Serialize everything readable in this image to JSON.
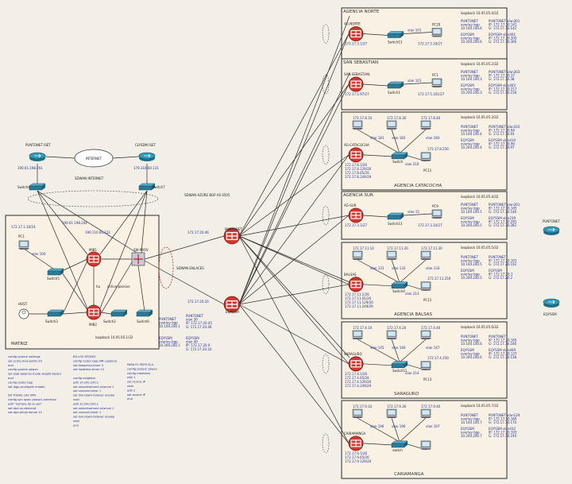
{
  "colors": {
    "panel_bg": "#f8f1e4",
    "router": "#d6362e",
    "switch": "#2a7a9a",
    "link": "#2b2b2b",
    "label": "#1f2f8f"
  },
  "matriz": {
    "title": "MATRIZ",
    "cloud_label": "INTERNET",
    "isp1": "PUNTONET ISET",
    "isp1_ip": "190.61.198.201",
    "isp2": "CLYSDM ISET",
    "isp2_ip": "179.110.60.131",
    "wan_label": "SDWAN INTERNET",
    "sw_left": "Switch4",
    "sw_right": "Switch7",
    "lan_ip": "172.17.1.10/24",
    "pc": "PC1",
    "ip_a": "190.61.198.204",
    "ip_b": "190.110.60.122",
    "vlan": "vlan 100",
    "sw5": "Switch5",
    "mib1": "MIB1",
    "mib2": "MIB2",
    "sw_prov": "SW-PROV",
    "active_passive": "active-passive",
    "ha": "ha",
    "host": "HOST",
    "sw3": "Switch3",
    "sw2": "Switch2",
    "sw6": "Switch6",
    "loopback": "loopback 10.05.05.1/32"
  },
  "wan": {
    "overlay_title": "SDWAN AZURE BGP AS 0505",
    "enlaces": "SDWAN ENLACES",
    "puntonet": "PUNTONET",
    "eqyssm": "EQYSSM",
    "ip_p": "172.17.20.46",
    "ip_e": "172.17.20.10",
    "pn_info": [
      "PUNTONET",
      "overlay bgp",
      "10.100.200.1"
    ],
    "pn_vlan": [
      "PUNTONET",
      "vlan 30",
      "IP: 172.17.20.45",
      "G: 172.17.20.46"
    ],
    "eq_info": [
      "EQYSSM",
      "overlay bgp",
      "10.200.200.1"
    ],
    "eq_vlan": [
      "EQYSSM",
      "vlan 40",
      "IP: 172.17.20.9",
      "G: 172.17.20.10"
    ]
  },
  "config_left": [
    "config system settings",
    "set ecmp-max-paths 20",
    "end",
    "config system sdwan",
    "set load-balance-mode weight-based",
    "end",
    "config router bgp",
    "set ibgp-multipath enable",
    "",
    "EN TODAS LAS VPN",
    "config vpn ipsec phase1-interface",
    "edit \"nombre de la vpn\"",
    "set dpd on-demand",
    "set dpd-retryinterval 10"
  ],
  "config_mid": [
    "EN LOS SPOKES",
    "config router bgp (RR Leaders)",
    "set keepalive-timer 5",
    "set holdtime-timer 15",
    "",
    "config neighbor",
    "edit 10.100.100.1",
    "set advertisement-interval 1",
    "set connect-timer 1",
    "set link-down-failover enable",
    "next",
    "edit 10.200.200.1",
    "set advertisement-interval 1",
    "set connect-timer 1",
    "set link-down-failover enable",
    "next",
    "end"
  ],
  "config_right": [
    "PARA EL PEER SLA",
    "config system sdwan",
    "config members",
    "edit 1",
    "set source IP",
    "next",
    "edit 2",
    "set source IP",
    "end"
  ],
  "agencies": [
    {
      "name": "AGENCIA NORTE",
      "router": "AG-NORTE",
      "vlan": "vlan 101",
      "sw": "Switch13",
      "pc": "PC20",
      "gw": "172.17.3.1/27",
      "lan": "172.17.3.10/27",
      "loopback": "loopback 10.05.05.4/32",
      "pn": [
        "PUNTONET",
        "overlay bgp",
        "10.100.100.6"
      ],
      "pn_vlan": [
        "PUNTONET vlan301",
        "IP: 172.17.30.141",
        "G: 172.17.30.142"
      ],
      "eq": [
        "EQYSSM",
        "overlay bgp",
        "10.200.200.6"
      ],
      "eq_vlan": [
        "EQYSSM vlan401",
        "IP: 172.17.30.305",
        "G: 172.17.30.306"
      ]
    },
    {
      "name": "SAN SEBASTIAN",
      "router": "SAN-SEBASTIAN",
      "vlan": "vlan 101",
      "sw": "Switch1",
      "pc": "PC1",
      "gw": "172.17.5.97/27",
      "lan": "172.17.5.101/27",
      "loopback": "loopback 10.05.05.2/32",
      "pn": [
        "PUNTONET",
        "overlay bgp",
        "10.100.100.3"
      ],
      "pn_vlan": [
        "PUNTONET vlan303",
        "IP: 172.17.30.37",
        "G: 172.17.30.38"
      ],
      "eq": [
        "EQYSSM",
        "overlay bgp",
        "10.200.200.3"
      ],
      "eq_vlan": [
        "EQYSSM vlan403",
        "IP: 172.17.30.217",
        "G: 172.17.30.218"
      ]
    },
    {
      "name": "AGENCIA CATACOCHA",
      "router": "AG-CATACOCHA",
      "vlan": "vlan 181",
      "sw": "Switch",
      "pc": "PC4",
      "gw": "172.17.8.1/26",
      "lan": "172.17.8.10",
      "loopback": "loopback 10.05.05.3/32",
      "pn": [
        "PUNTONET",
        "overlay bgp",
        "10.100.100.4"
      ],
      "pn_vlan": [
        "PUNTONET vlan310",
        "IP: 172.17.30.94",
        "G: 172.17.30.93"
      ],
      "eq": [
        "EQYSSM",
        "overlay bgp",
        "10.200.200.4"
      ],
      "eq_vlan": [
        "EQYSSM vlan410",
        "IP: 172.17.30.96",
        "G: 172.17.30.97"
      ],
      "extra": [
        "172.17.8.30",
        "172.17.8.40",
        "vlan 182",
        "vlan 183",
        "vlan 210",
        "172.17.8.250",
        "PC11",
        "172.17.8.129/26",
        "172.17.8.65/26",
        "172.17.8.249/29"
      ]
    },
    {
      "name": "AGENCIA SUR",
      "router": "AG-SUR",
      "vlan": "vlan 15",
      "sw": "Switch13",
      "pc": "PC9",
      "gw": "172.17.3.1/27",
      "lan": "172.17.3.10/27",
      "loopback": "loopback 10.05.05.4/32",
      "pn": [
        "PUNTONET",
        "overlay bgp",
        "10.100.100.5"
      ],
      "pn_vlan": [
        "PUNTONET vlan301",
        "IP: 172.17.30.145",
        "G: 172.17.30.146"
      ],
      "eq": [
        "EQYSSM",
        "overlay bgp",
        "10.200.200.5"
      ],
      "eq_vlan": [
        "EQYSSM vlan239",
        "IP: 172.17.30.281",
        "G: 172.17.30.282"
      ]
    },
    {
      "name": "AGENCIA BALSAS",
      "router": "BALSAS",
      "vlan": "vlan 131",
      "sw": "Switch4",
      "pc": "PC4",
      "gw": "172.17.11.1/26",
      "lan": "172.17.11.10",
      "loopback": "loopback 10.05.05.5/32",
      "pn": [
        "PUNTONET",
        "overlay bgp",
        "10.100.200.5"
      ],
      "pn_vlan": [
        "PUNTONET",
        "IP: 172.17.20.101",
        "G: 172.17.20.102"
      ],
      "eq": [
        "EQYSSM",
        "overlay bgp",
        "10.200.200.5"
      ],
      "eq_vlan": [
        "EQYSSM",
        "IP: 172.17.20.1",
        "G: 172.17.20.2"
      ],
      "extra": [
        "172.17.11.20",
        "172.17.11.30",
        "vlan 132",
        "vlan 133",
        "vlan 213",
        "172.17.11.250",
        "PC11",
        "172.17.11.65/26",
        "172.17.11.129/26",
        "172.17.11.249/29"
      ]
    },
    {
      "name": "SARAGURO",
      "router": "SARAGURO",
      "vlan": "vlan 145",
      "sw": "Switch11",
      "pc": "PC13",
      "gw": "172.17.4.1/26",
      "lan": "172.17.4.10",
      "loopback": "loopback 10.05.05.6/32",
      "pn": [
        "PUNTONET",
        "overlay bgp",
        "10.100.100.6"
      ],
      "pn_vlan": [
        "PUNTONET",
        "IP: 172.17.30.165",
        "G: 172.17.30.166"
      ],
      "eq": [
        "EQYSSM",
        "overlay bgp",
        "10.200.200.6"
      ],
      "eq_vlan": [
        "EQYSSM vlan409",
        "IP: 172.17.30.137",
        "G: 172.17.30.138"
      ],
      "extra": [
        "172.17.4.20",
        "172.17.4.40",
        "vlan 146",
        "vlan 147",
        "vlan 214",
        "172.17.4.250",
        "PC13",
        "172.17.4.65/26",
        "172.17.4.129/26",
        "172.17.4.249/29"
      ]
    },
    {
      "name": "CARIAMANGA",
      "router": "CARIAMANGA",
      "vlan": "vlan 196",
      "sw": "switch",
      "pc": "PC15",
      "gw": "172.17.9.1/26",
      "lan": "172.17.9.10",
      "loopback": "loopback 10.05.05.7/32",
      "pn": [
        "PUNTONET",
        "overlay bgp",
        "10.100.100.7"
      ],
      "pn_vlan": [
        "PUNTONET vlan129",
        "IP: 172.17.30.169",
        "G: 172.17.30.170"
      ],
      "eq": [
        "EQYSSM",
        "overlay bgp",
        "10.200.200.7"
      ],
      "eq_vlan": [
        "EQYSSM vlan432",
        "IP: 172.17.30.193",
        "G: 172.17.30.194"
      ],
      "extra": [
        "172.17.9.30",
        "172.17.9.40",
        "vlan 196",
        "vlan 197",
        "172.17.9.65/26",
        "172.17.9.129/26"
      ]
    }
  ],
  "far_right": {
    "r1": "PUNTONET",
    "r2": "EQYSSM"
  }
}
